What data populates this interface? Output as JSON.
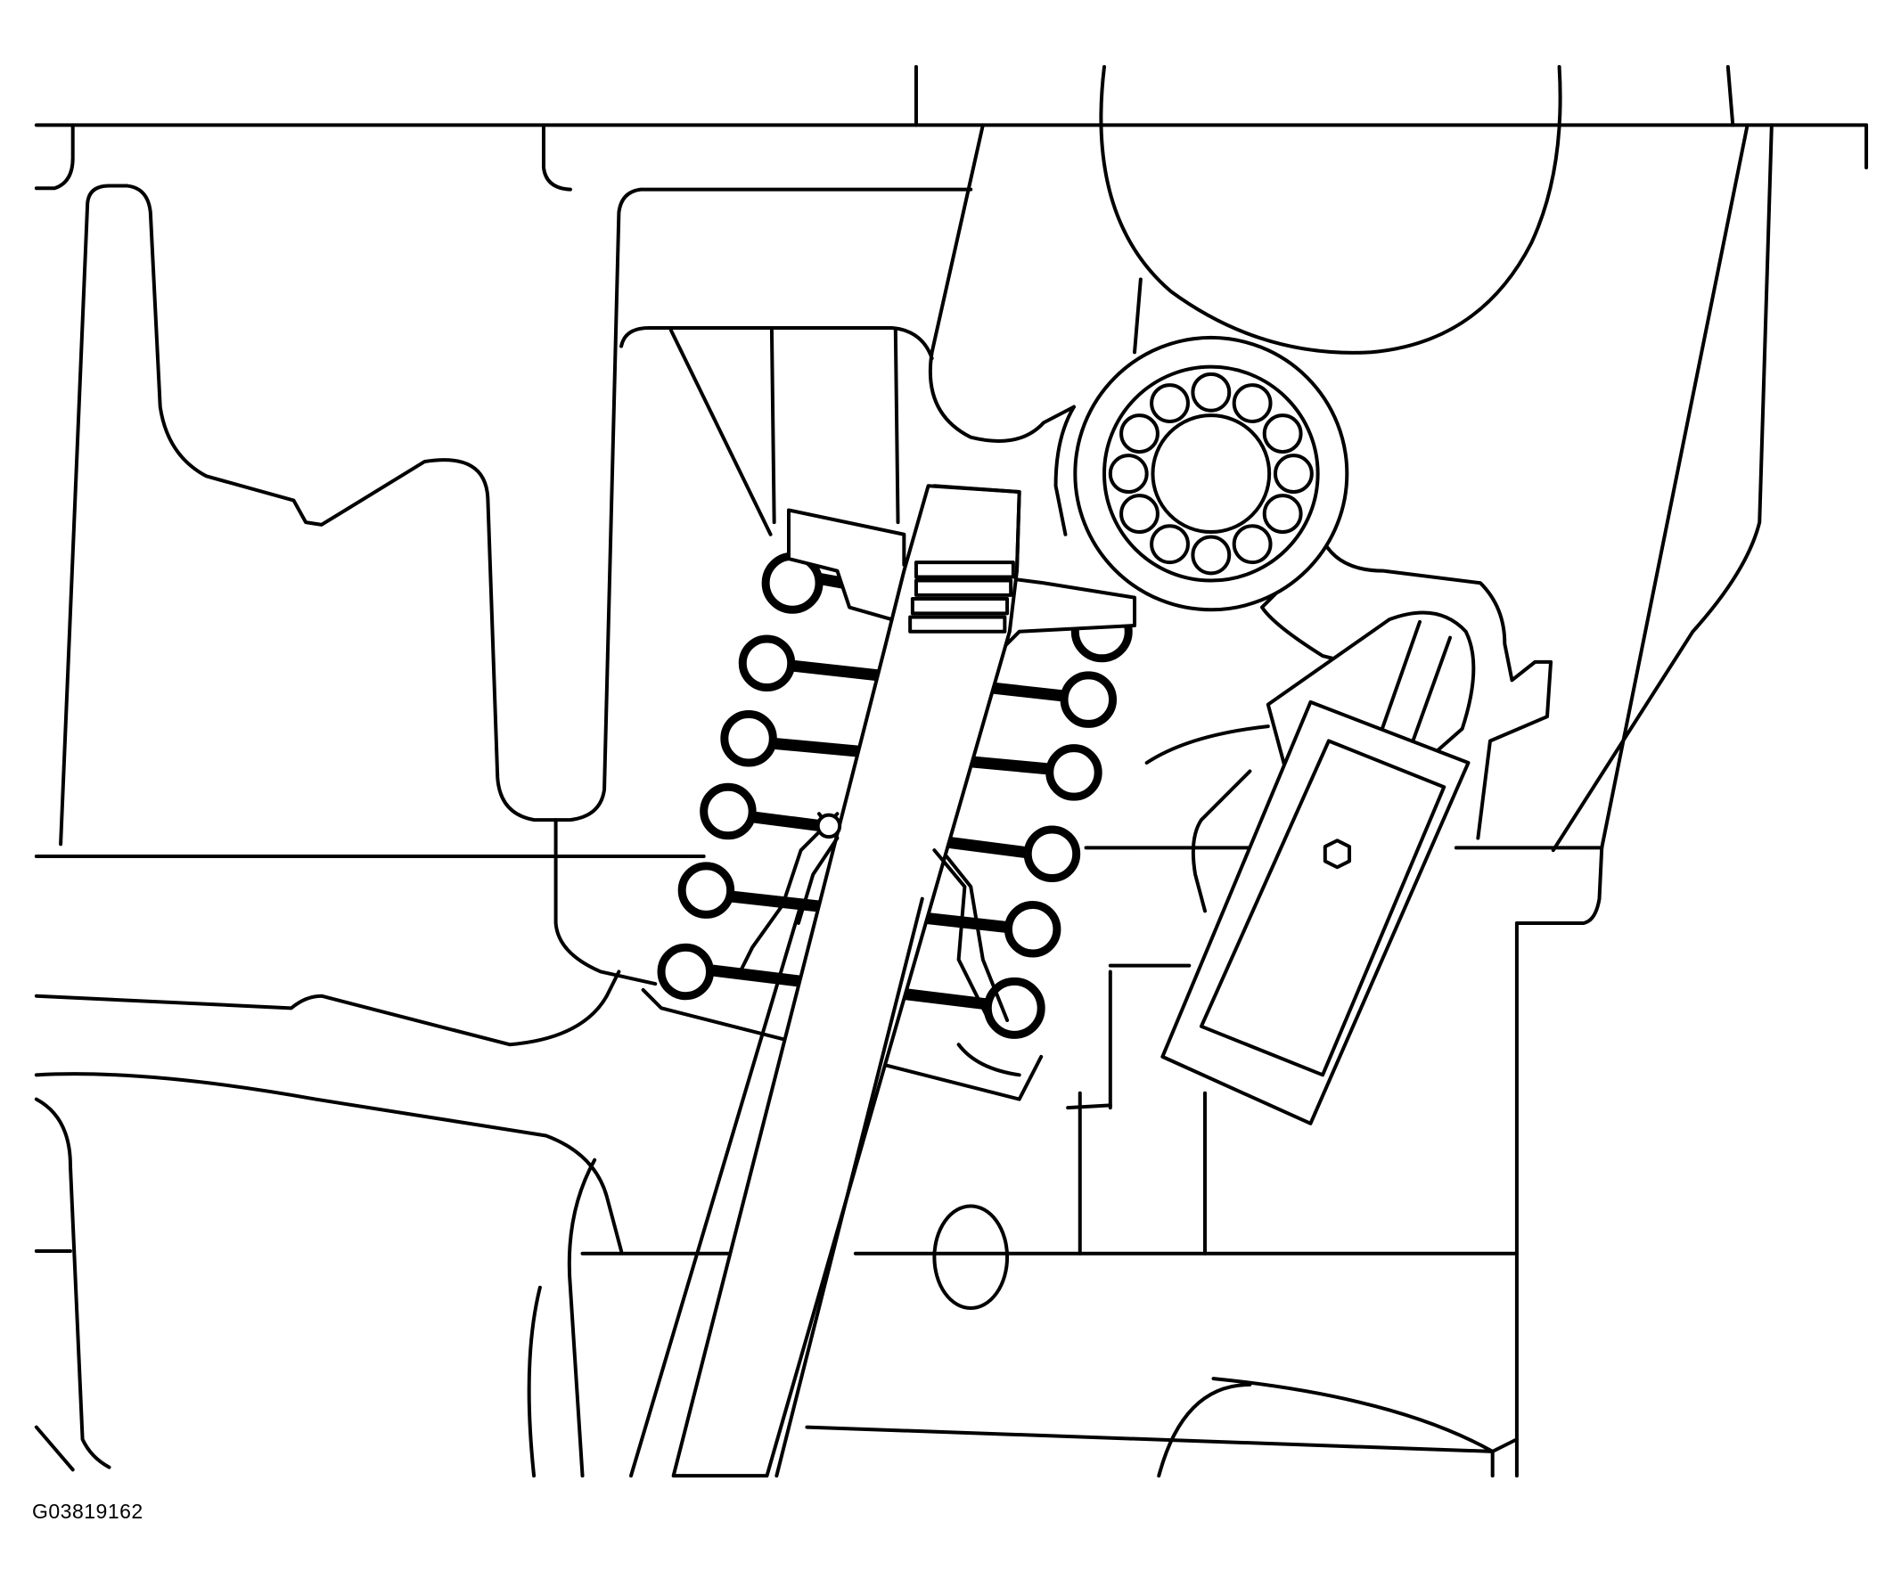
{
  "figure": {
    "id": "G03819162"
  },
  "style": {
    "line_color": "#000000",
    "background_color": "#ffffff"
  },
  "parts": [
    "cylinder-head",
    "valve-stem",
    "valve-spring",
    "spring-retainer",
    "valve-keepers",
    "valve-stem-seal",
    "rocker-arm",
    "roller-bearing",
    "camshaft-lobe",
    "lash-adjuster"
  ]
}
